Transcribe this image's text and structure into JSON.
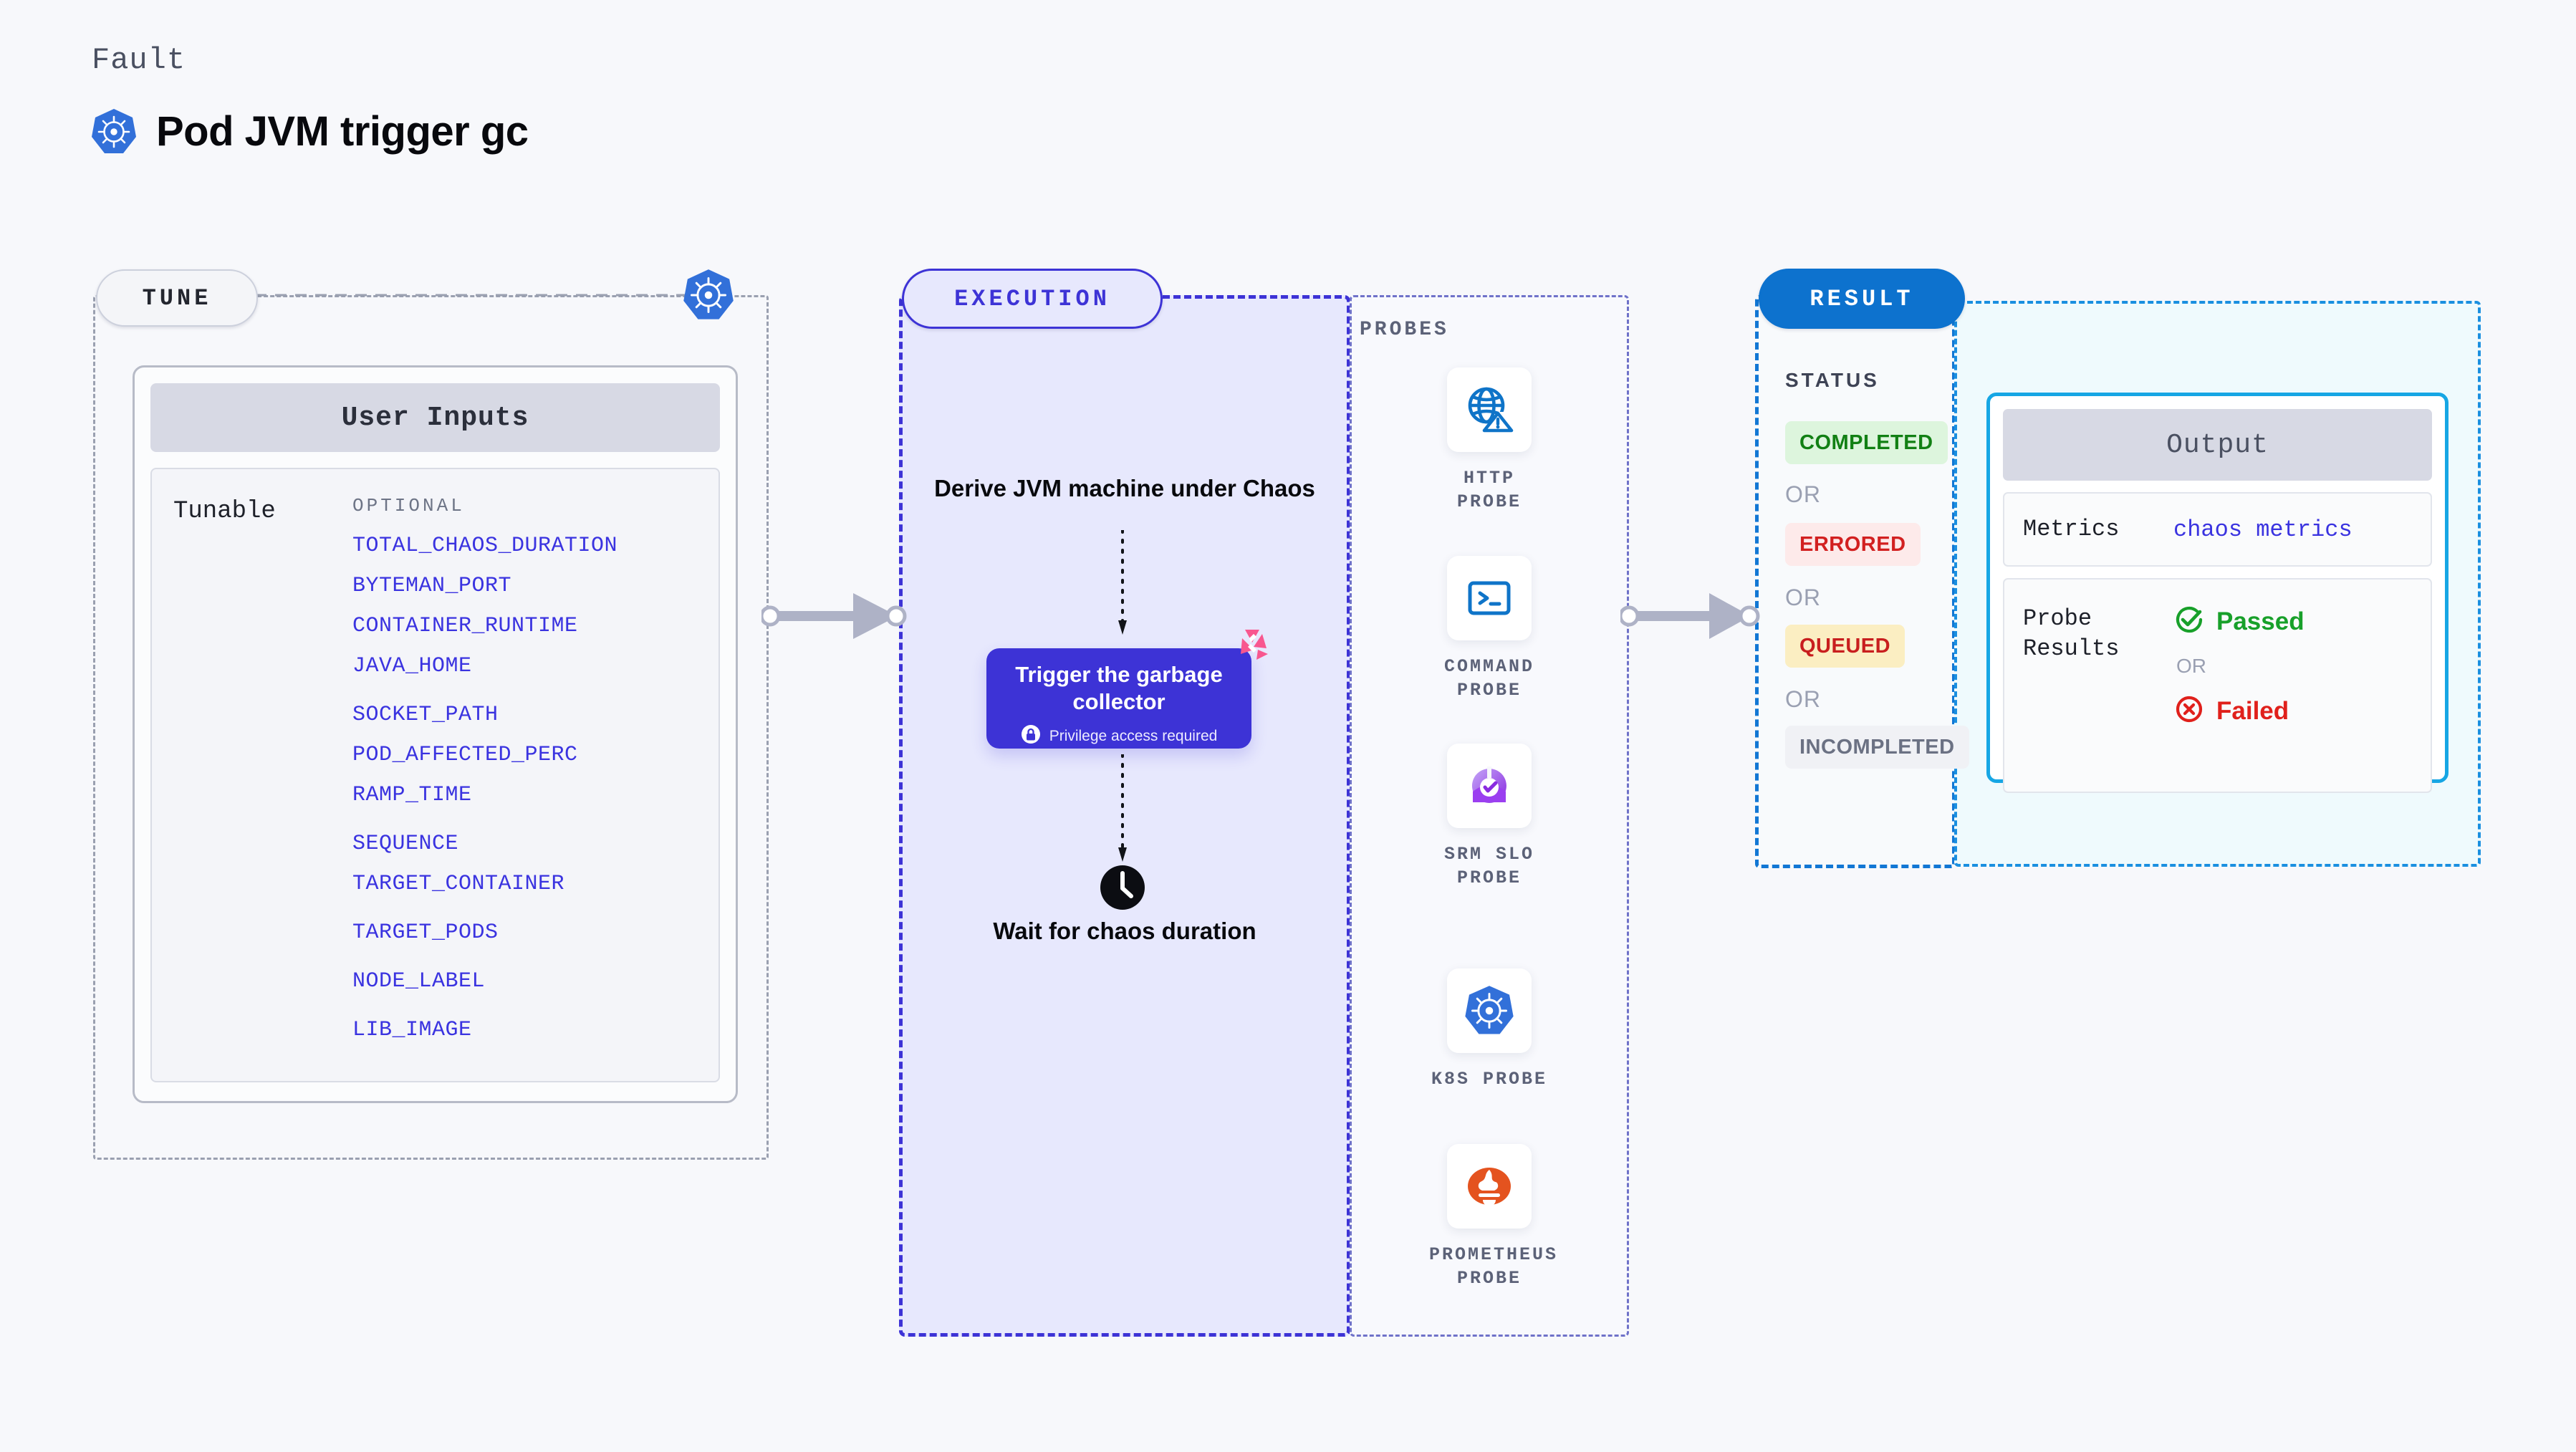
{
  "header": {
    "kicker": "Fault",
    "title": "Pod JVM trigger gc",
    "logo_icon": "kubernetes-icon"
  },
  "stages": {
    "tune": {
      "pill_label": "TUNE",
      "badge_icon": "kubernetes-icon"
    },
    "execution": {
      "pill_label": "EXECUTION"
    },
    "result": {
      "pill_label": "RESULT"
    }
  },
  "tune": {
    "card_header": "User Inputs",
    "tunable_label": "Tunable",
    "optional_label": "OPTIONAL",
    "tunables": [
      "TOTAL_CHAOS_DURATION",
      "BYTEMAN_PORT",
      "CONTAINER_RUNTIME",
      "JAVA_HOME",
      "SOCKET_PATH",
      "POD_AFFECTED_PERC",
      "RAMP_TIME",
      "SEQUENCE",
      "TARGET_CONTAINER",
      "TARGET_PODS",
      "NODE_LABEL",
      "LIB_IMAGE"
    ]
  },
  "execution": {
    "step1": "Derive JVM machine under Chaos",
    "card": {
      "title": "Trigger the garbage collector",
      "privilege_note": "Privilege access required",
      "lock_icon": "lock-icon",
      "corner_badge_icon": "litmus-chaos-icon"
    },
    "step2": "Wait for chaos duration",
    "clock_icon": "clock-icon"
  },
  "probes": {
    "section_label": "PROBES",
    "items": [
      {
        "name": "HTTP PROBE",
        "icon": "globe-warning-icon"
      },
      {
        "name": "COMMAND PROBE",
        "icon": "terminal-icon"
      },
      {
        "name": "SRM SLO PROBE",
        "icon": "srm-slo-icon"
      },
      {
        "name": "K8S PROBE",
        "icon": "kubernetes-icon"
      },
      {
        "name": "PROMETHEUS PROBE",
        "icon": "prometheus-icon"
      }
    ]
  },
  "result": {
    "status_label": "STATUS",
    "or_label": "OR",
    "statuses": [
      {
        "label": "COMPLETED",
        "bg": "#ddf5dd",
        "fg": "#128014"
      },
      {
        "label": "ERRORED",
        "bg": "#fdeaea",
        "fg": "#d22020"
      },
      {
        "label": "QUEUED",
        "bg": "#fbeec2",
        "fg": "#c81e1e"
      },
      {
        "label": "INCOMPLETED",
        "bg": "#f0f1f5",
        "fg": "#6b7183"
      }
    ]
  },
  "output": {
    "header": "Output",
    "metrics_key": "Metrics",
    "metrics_value": "chaos metrics",
    "probe_results_key": "Probe Results",
    "passed_label": "Passed",
    "failed_label": "Failed",
    "or_label": "OR",
    "passed_icon": "check-circle-icon",
    "failed_icon": "x-circle-icon"
  },
  "colors": {
    "accent_purple": "#3d33d6",
    "accent_blue": "#0d72ce",
    "k8s_blue": "#3270d9",
    "litmus_pink": "#f8578f",
    "pass_green": "#18a02a",
    "fail_red": "#e0201b"
  }
}
